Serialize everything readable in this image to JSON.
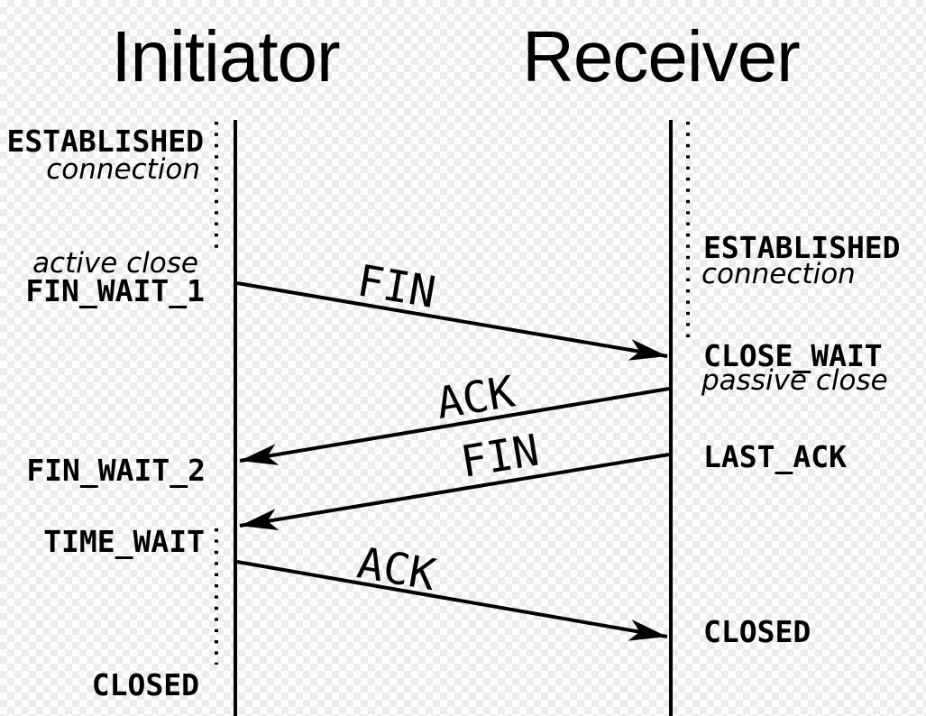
{
  "diagram": {
    "titles": {
      "left": "Initiator",
      "right": "Receiver"
    },
    "initiator": {
      "established": "ESTABLISHED",
      "established_note": "connection",
      "active_close_note": "active close",
      "fin_wait_1": "FIN_WAIT_1",
      "fin_wait_2": "FIN_WAIT_2",
      "time_wait": "TIME_WAIT",
      "closed": "CLOSED"
    },
    "receiver": {
      "established": "ESTABLISHED",
      "established_note": "connection",
      "close_wait": "CLOSE_WAIT",
      "passive_close_note": "passive close",
      "last_ack": "LAST_ACK",
      "closed": "CLOSED"
    },
    "messages": {
      "fin_1": "FIN",
      "ack_1": "ACK",
      "fin_2": "FIN",
      "ack_2": "ACK"
    },
    "colors": {
      "ink": "#000000",
      "checker_light": "#ffffff",
      "checker_dark": "#ececec"
    }
  }
}
